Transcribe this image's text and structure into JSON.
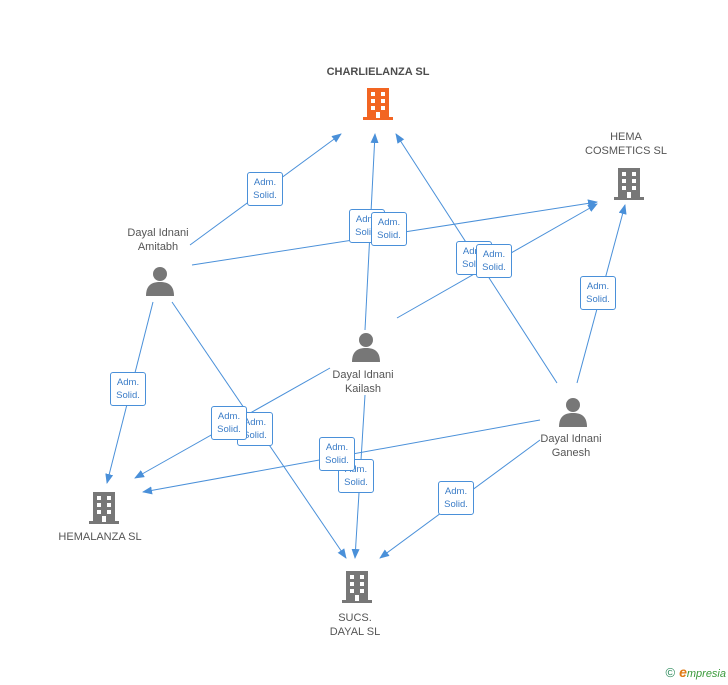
{
  "colors": {
    "edge": "#4a90d9",
    "company": "#777777",
    "company_main": "#f26522",
    "person": "#777777"
  },
  "nodes": {
    "charlielanza": {
      "label": "CHARLIELANZA SL",
      "type": "company-main"
    },
    "hema": {
      "label": "HEMA\nCOSMETICS SL",
      "type": "company"
    },
    "hemalanza": {
      "label": "HEMALANZA SL",
      "type": "company"
    },
    "sucs": {
      "label": "SUCS.\nDAYAL SL",
      "type": "company"
    },
    "amitabh": {
      "label": "Dayal Idnani\nAmitabh",
      "type": "person"
    },
    "kailash": {
      "label": "Dayal Idnani\nKailash",
      "type": "person"
    },
    "ganesh": {
      "label": "Dayal Idnani\nGanesh",
      "type": "person"
    }
  },
  "edge_label": {
    "line1": "Adm.",
    "line2": "Solid."
  },
  "footer": {
    "copyright": "©",
    "brand_e": "e",
    "brand_rest": "mpresia"
  }
}
